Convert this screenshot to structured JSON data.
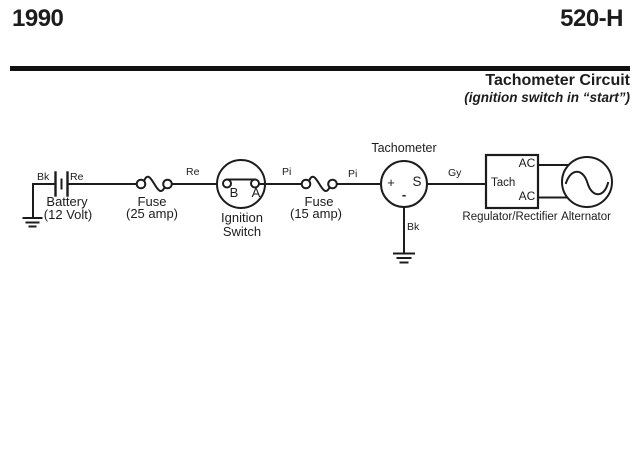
{
  "header": {
    "year": "1990",
    "model": "520-H",
    "title": "Tachometer Circuit",
    "subtitle": "(ignition switch in “start”)"
  },
  "colors": {
    "ink": "#1c1c1c",
    "background": "#ffffff"
  },
  "diagram": {
    "components": {
      "battery": {
        "label": "Battery",
        "sublabel": "(12 Volt)"
      },
      "fuse_25": {
        "label": "Fuse",
        "sublabel": "(25 amp)"
      },
      "ignition_switch": {
        "label_line1": "Ignition",
        "label_line2": "Switch",
        "terminal_b": "B",
        "terminal_a": "A"
      },
      "fuse_15": {
        "label": "Fuse",
        "sublabel": "(15 amp)"
      },
      "tachometer": {
        "title": "Tachometer",
        "plus": "+",
        "s_terminal": "S",
        "minus": "-"
      },
      "regulator": {
        "label": "Regulator/Rectifier",
        "tach_terminal": "Tach",
        "ac_top": "AC",
        "ac_bottom": "AC"
      },
      "alternator": {
        "label": "Alternator"
      }
    },
    "wire_labels": {
      "bk_battery": "Bk",
      "re_battery": "Re",
      "re_fuse": "Re",
      "pi_ignition": "Pi",
      "pi_fuse": "Pi",
      "gy_tach": "Gy",
      "bk_ground": "Bk"
    }
  }
}
